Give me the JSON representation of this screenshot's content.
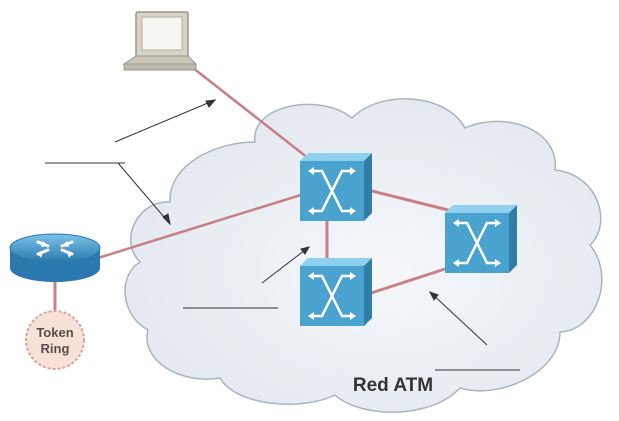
{
  "diagram": {
    "cloud_label": "Red ATM",
    "token_ring_label": [
      "Token",
      "Ring"
    ]
  },
  "colors": {
    "cloud_fill": "#e9eef3",
    "cloud_stroke": "#a9b4bf",
    "link_red": "#c97f86",
    "switch_face": "#4aa3cf",
    "switch_top": "#8fd0ef",
    "switch_side": "#2f7ea8",
    "router_blue": "#3b93c9",
    "token_ring_fill": "#f6e2d6",
    "token_ring_stroke": "#d9a3a0"
  }
}
